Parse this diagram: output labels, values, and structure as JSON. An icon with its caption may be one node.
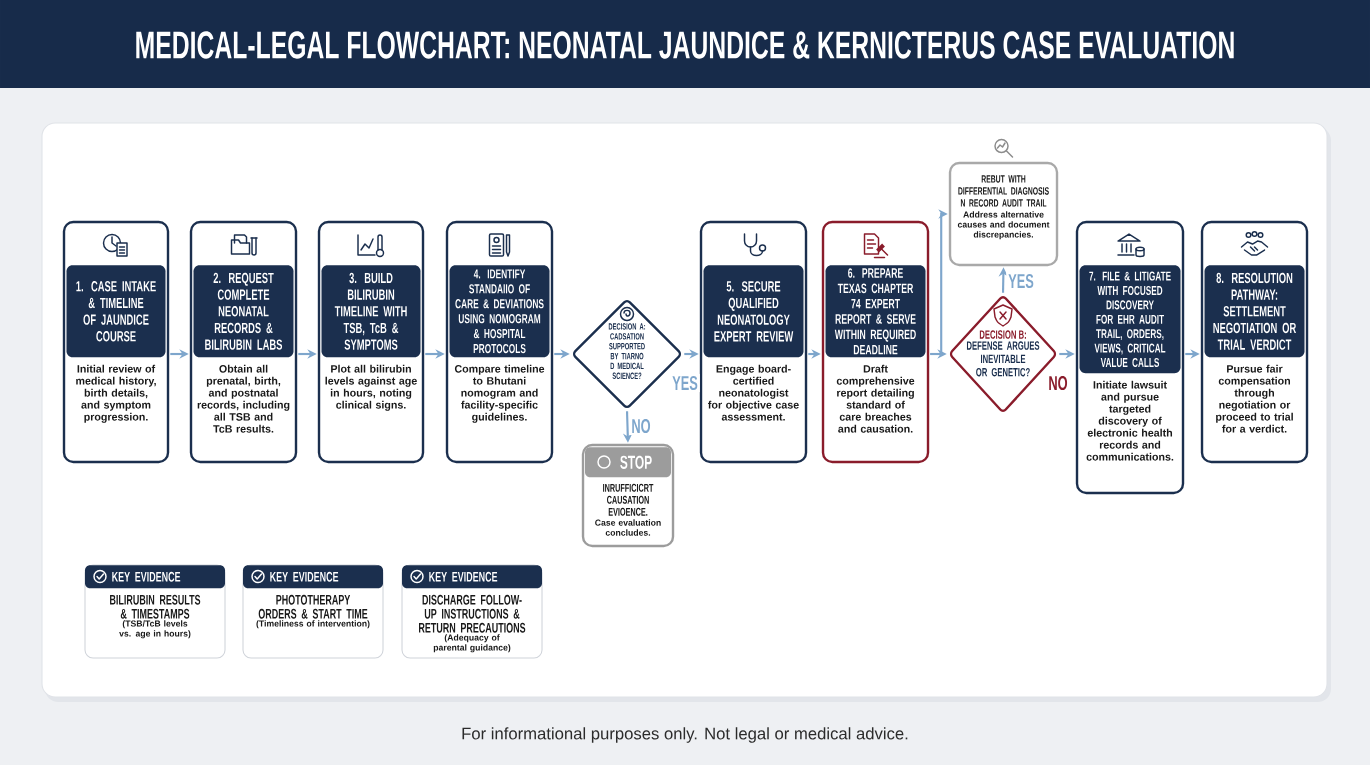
{
  "diagram": {
    "title": "MEDICAL-LEGAL FLOWCHART: NEONATAL JAUNDICE & KERNICTERUS CASE EVALUATION",
    "caption": "For informational purposes only. Not legal or medical advice.",
    "nodes": [
      {
        "text": [
          "1. CASE INTAKE & TIMELINE OF JAUNDICE COURSE",
          "Initial review of medical history, birth details, and symptom progression."
        ]
      },
      {
        "text": [
          "2. REQUEST COMPLETE NEONATAL RECORDS & BILIRUBIN LABS",
          "Obtain all prenatal, birth, and postnatal records, including all TSB and TcB results."
        ]
      },
      {
        "text": [
          "3. BUILD BILIRUBIN TIMELINE WITH TSB, TcB & SYMPTOMS",
          "Plot all bilirubin levels against age in hours, noting clinical signs."
        ]
      },
      {
        "text": [
          "4. IDENTIFY STANDAIIO OF CARE & DEVIATIONS USING NOMOGRAM & HOSPITAL PROTOCOLS",
          "Compare timeline to Bhutani nomogram and facility-specific guidelines."
        ]
      },
      {
        "text": [
          "DECISION A: CADSATION SUPPORTED BY TIARNO D MEDICAL SCIENCE?"
        ]
      },
      {
        "text": [
          "STOP",
          "INRUFFICICRT CAUSATION EVIOENCE.",
          "Case evaluation concludes."
        ]
      },
      {
        "text": [
          "5. SECURE QUALIFIED NEONATOLOGY EXPERT REVIEW",
          "Engage board-certified neonatologist for objective case assessment."
        ]
      },
      {
        "text": [
          "6. PREPARE TEXAS CHAPTER 74 EXPERT REPORT & SERVE WITHIN REQUIRED DEADLINE",
          "Draft comprehensive report detailing standard of care breaches and causation."
        ]
      },
      {
        "text": [
          "REBUT WITH DIFFERENTIAL DIAGNOSIS N RECORD AUDIT TRAIL",
          "Address alternative causes and document discrepancies."
        ]
      },
      {
        "text": [
          "DECISION B:",
          "DEFENSE ARGUES INEVITABLE OR GENETIC?"
        ]
      },
      {
        "text": [
          "7. FILE & LITIGATE WITH FOCUSED DISCOVERY FOR EHR AUDIT TRAIL, ORDERS, VIEWS, CRITICAL VALUE CALLS",
          "Initiate lawsuit and pursue targeted discovery of electronic health records and communications."
        ]
      },
      {
        "text": [
          "8. RESOLUTION PATHWAY: SETTLEMENT NEGOTIATION OR TRIAL VERDICT",
          "Pursue fair compensation through negotiation or proceed to trial for a verdict."
        ]
      },
      {
        "text": [
          "KEY EVIDENCE",
          "BILIRUBIN RESULTS & TIMESTAMPS",
          "(TSB/TcB levels vs. age in hours)"
        ]
      },
      {
        "text": [
          "KEY EVIDENCE",
          "PHOTOTHERAPY ORDERS & START TIME",
          "(Timeliness of intervention)"
        ]
      },
      {
        "text": [
          "KEY EVIDENCE",
          "DISCHARGE FOLLOW-UP INSTRUCTIONS & RETURN PRECAUTIONS",
          "(Adequacy of parental guidance)"
        ]
      }
    ],
    "edges": [
      {
        "from": 0,
        "to": 1,
        "arrow": "to"
      },
      {
        "from": 1,
        "to": 2,
        "arrow": "to"
      },
      {
        "from": 2,
        "to": 3,
        "arrow": "to"
      },
      {
        "from": 3,
        "to": 4,
        "arrow": "to"
      },
      {
        "from": 4,
        "to": 6,
        "arrow": "to",
        "label": "YES"
      },
      {
        "from": 4,
        "to": 5,
        "arrow": "to",
        "label": "NO"
      },
      {
        "from": 6,
        "to": 7,
        "arrow": "to"
      },
      {
        "from": 7,
        "to": 9,
        "arrow": "to"
      },
      {
        "from": 7,
        "to": 8,
        "arrow": "to"
      },
      {
        "from": 9,
        "to": 8,
        "arrow": "to",
        "label": "YES"
      },
      {
        "from": 9,
        "to": 10,
        "arrow": "to",
        "label": "NO"
      },
      {
        "from": 10,
        "to": 11,
        "arrow": "to"
      }
    ]
  }
}
